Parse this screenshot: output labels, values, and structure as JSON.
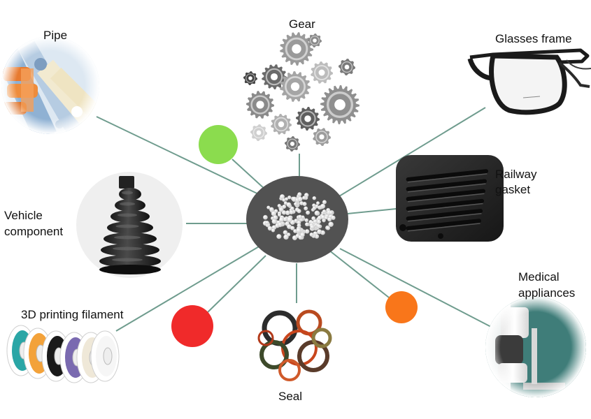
{
  "center": {
    "icon": "white-pellets-icon"
  },
  "applications": [
    {
      "id": "pipe",
      "label": "Pipe",
      "icon": "pipe-fittings-icon"
    },
    {
      "id": "gear",
      "label": "Gear",
      "icon": "gear-icon"
    },
    {
      "id": "glasses",
      "label": "Glasses frame",
      "icon": "glasses-frame-icon"
    },
    {
      "id": "railway",
      "label": [
        "Railway",
        "gasket"
      ],
      "icon": "railway-gasket-icon"
    },
    {
      "id": "vehicle",
      "label": [
        "Vehicle",
        "component"
      ],
      "icon": "rubber-bellows-icon"
    },
    {
      "id": "medical",
      "label": [
        "Medical",
        "appliances"
      ],
      "icon": "medical-brace-icon"
    },
    {
      "id": "filament",
      "label": "3D printing filament",
      "icon": "filament-spool-icon"
    },
    {
      "id": "seal",
      "label": "Seal",
      "icon": "o-ring-seal-icon"
    }
  ],
  "dots": [
    {
      "id": "green",
      "color": "#8bdc4e"
    },
    {
      "id": "red",
      "color": "#f02a2a"
    },
    {
      "id": "orange",
      "color": "#f9761a"
    }
  ],
  "colors": {
    "connector": "#6f9c8e",
    "hub": "#525252"
  }
}
